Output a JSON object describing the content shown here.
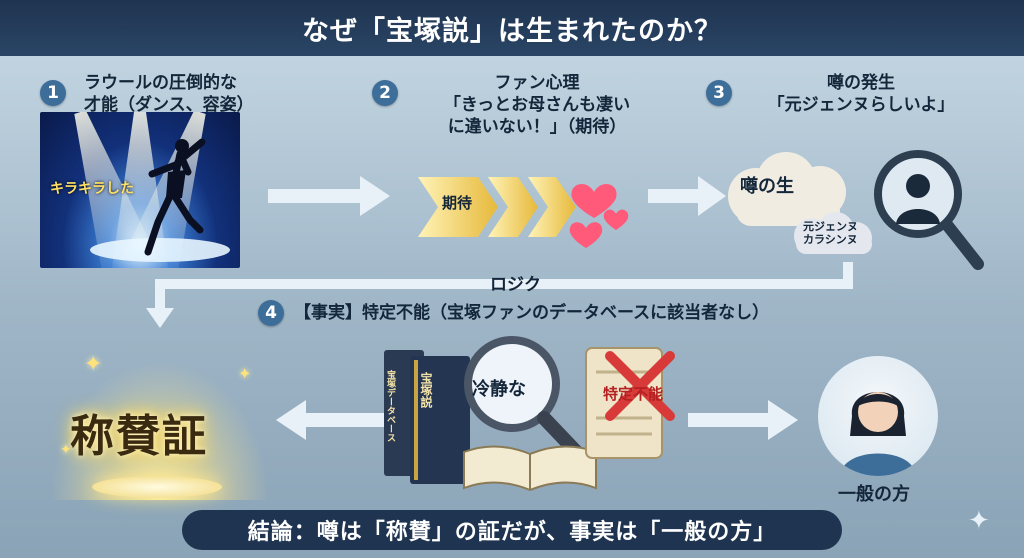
{
  "title": "なぜ「宝塚説」は生まれたのか？",
  "steps": [
    {
      "number": "1",
      "line1": "ラウールの圧倒的な",
      "line2": "才能（ダンス、容姿）",
      "badge": "キラキラした"
    },
    {
      "number": "2",
      "line1": "ファン心理",
      "line2": "「きっとお母さんも凄い",
      "line3": "に違いない！」（期待）",
      "badge": "期待"
    },
    {
      "number": "3",
      "line1": "噂の発生",
      "line2": "「元ジェンヌらしいよ」",
      "cloud_big": "噂の生",
      "cloud_small1": "元ジェンヌ",
      "cloud_small2": "カラシンヌ"
    },
    {
      "number": "4",
      "line1": "【事実】特定不能（宝塚ファンのデータベースに該当者なし）"
    }
  ],
  "logic_label": "ロジク",
  "bottom": {
    "praise": "称賛証",
    "book_title": "宝塚説",
    "book_sub": "宝塚データベース",
    "magnifier_text": "冷静な",
    "uncertain_text": "特定不能",
    "person_label": "一般の方"
  },
  "conclusion": "結論：噂は「称賛」の証だが、事実は「一般の方」",
  "colors": {
    "title_bg": "#1f3450",
    "accent_blue": "#3d6e9a",
    "gold": "#ffd54a",
    "cross_red": "#d83a3a",
    "heart": "#ff5a7a"
  }
}
